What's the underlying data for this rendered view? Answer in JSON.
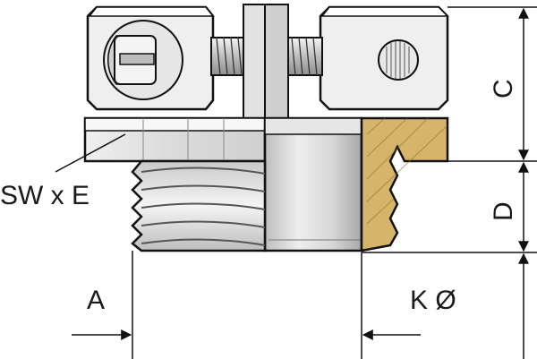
{
  "labels": {
    "width_across_flats": "SW x E",
    "dim_a": "A",
    "dim_c": "C",
    "dim_d": "D",
    "dim_k": "K Ø"
  },
  "colors": {
    "metal_light": "#f2f2f2",
    "metal_mid": "#d9d9d9",
    "metal_dark": "#a9a9a9",
    "brass_section": "#d6b56a",
    "outline": "#111111"
  }
}
